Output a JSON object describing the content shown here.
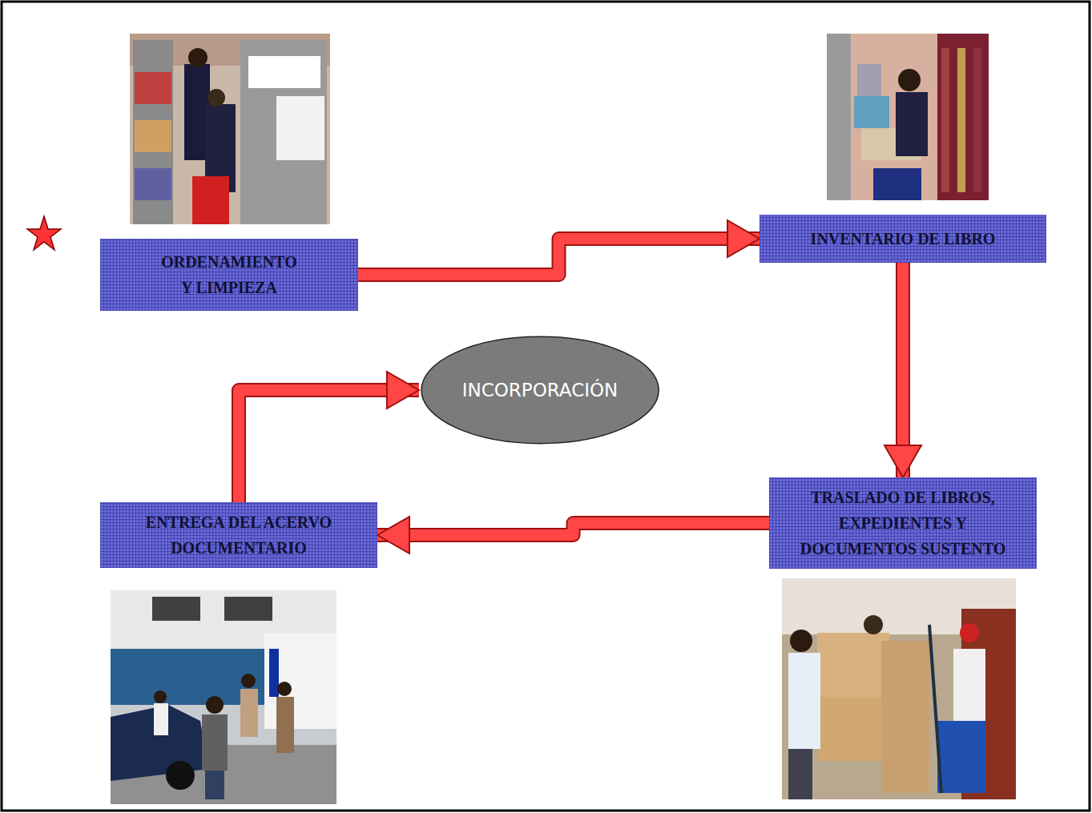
{
  "diagram": {
    "nodes": [
      {
        "text": [
          "ORDENAMIENTO Y LIMPIEZA"
        ]
      },
      {
        "text": [
          "INVENTARIO DE LIBRO"
        ]
      },
      {
        "text": [
          "INCORPORACIÓN"
        ]
      },
      {
        "text": [
          "TRASLADO DE LIBROS, EXPEDIENTES Y DOCUMENTOS SUSTENTO"
        ]
      },
      {
        "text": [
          "ENTREGA DEL ACERVO DOCUMENTARIO"
        ]
      }
    ],
    "edges": [
      {
        "from": 0,
        "to": 1,
        "arrow": "to"
      },
      {
        "from": 1,
        "to": 3,
        "arrow": "to"
      },
      {
        "from": 3,
        "to": 4,
        "arrow": "to"
      },
      {
        "from": 4,
        "to": 2,
        "arrow": "to"
      }
    ]
  }
}
